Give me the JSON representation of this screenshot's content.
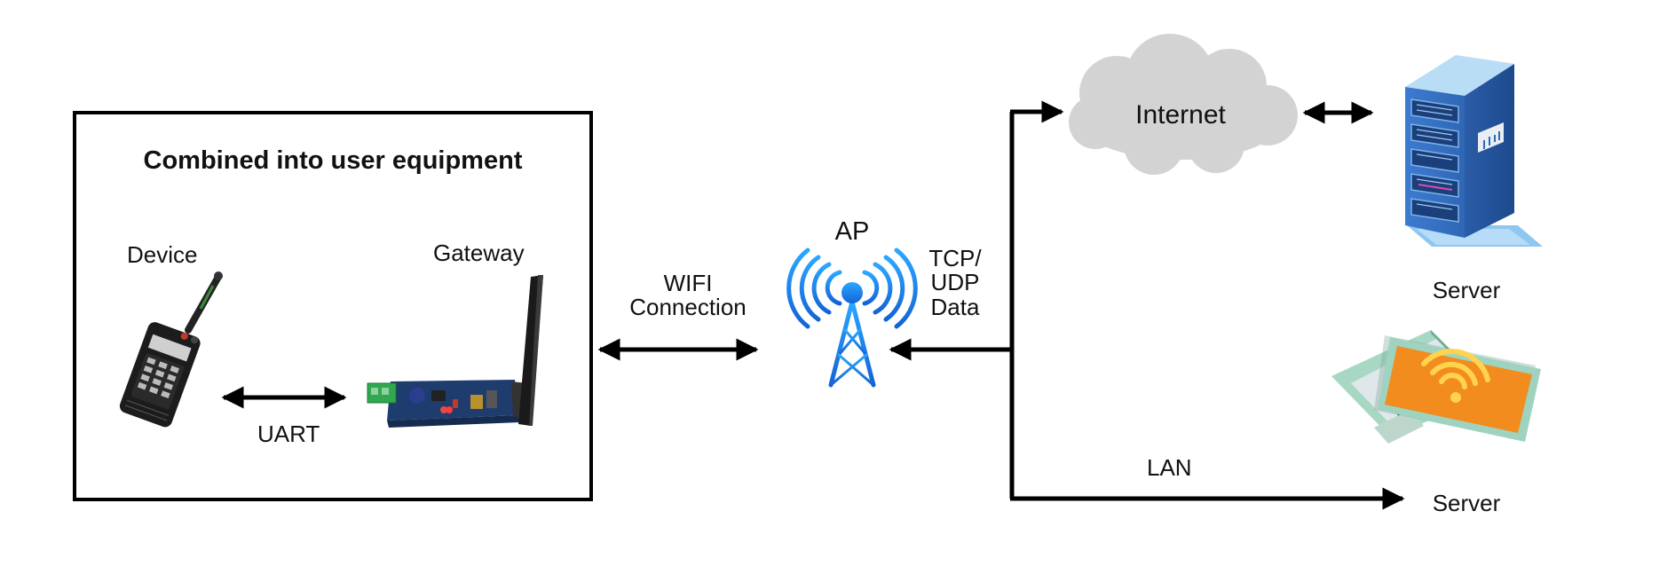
{
  "box": {
    "title": "Combined into user equipment"
  },
  "labels": {
    "device": "Device",
    "gateway": "Gateway",
    "uart": "UART",
    "wifi_line1": "WIFI",
    "wifi_line2": "Connection",
    "ap": "AP",
    "tcp_line1": "TCP/",
    "tcp_line2": "UDP",
    "tcp_line3": "Data",
    "internet": "Internet",
    "server_top": "Server",
    "lan": "LAN",
    "server_bottom": "Server"
  },
  "icons": {
    "device": "walkie-talkie-icon",
    "gateway": "gateway-board-icon",
    "ap": "radio-tower-icon",
    "internet": "cloud-icon",
    "server": "server-rack-icon",
    "laptop": "laptop-wifi-icon"
  },
  "colors": {
    "line": "#000000",
    "ap_blue": "#1a73e8",
    "cloud": "#d3d3d3",
    "server_blue": "#2f67b5",
    "laptop_screen": "#f28c1e"
  }
}
